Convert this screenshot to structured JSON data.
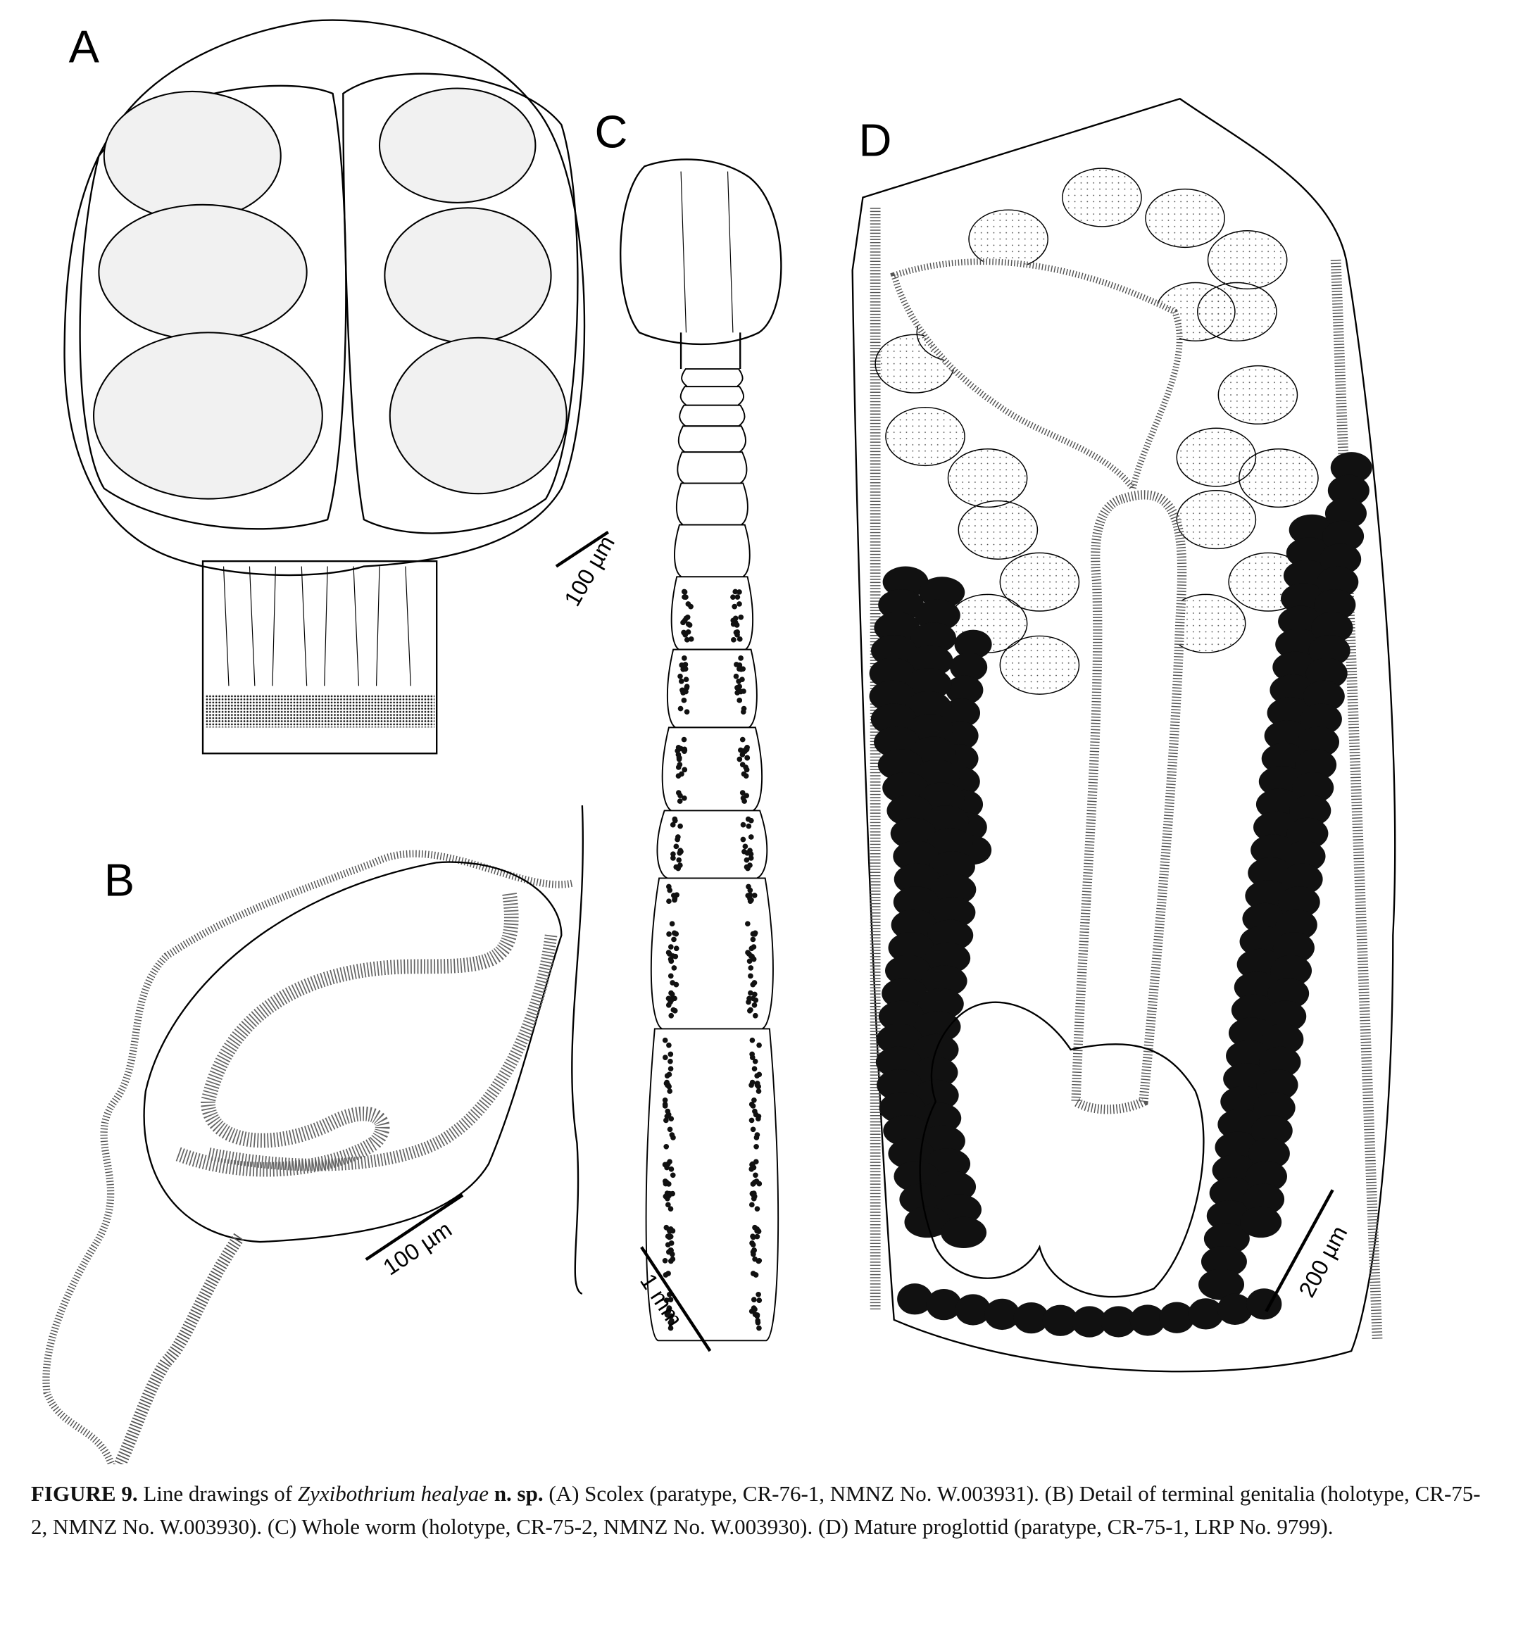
{
  "panels": {
    "a": {
      "label": "A",
      "scale_bar": "100 µm"
    },
    "b": {
      "label": "B",
      "scale_bar": "100 µm"
    },
    "c": {
      "label": "C",
      "scale_bar": "1 mm"
    },
    "d": {
      "label": "D",
      "scale_bar": "200 µm"
    }
  },
  "caption": {
    "figure_label": "FIGURE 9.",
    "intro": " Line drawings of ",
    "species": "Zyxibothrium healyae",
    "sp": " n. sp.",
    "text": " (A) Scolex (paratype, CR-76-1, NMNZ No. W.003931). (B) Detail of terminal genitalia (holotype, CR-75-2, NMNZ No. W.003930). (C) Whole worm (holotype, CR-75-2, NMNZ No. W.003930). (D) Mature proglottid (paratype, CR-75-1, LRP No. 9799)."
  }
}
